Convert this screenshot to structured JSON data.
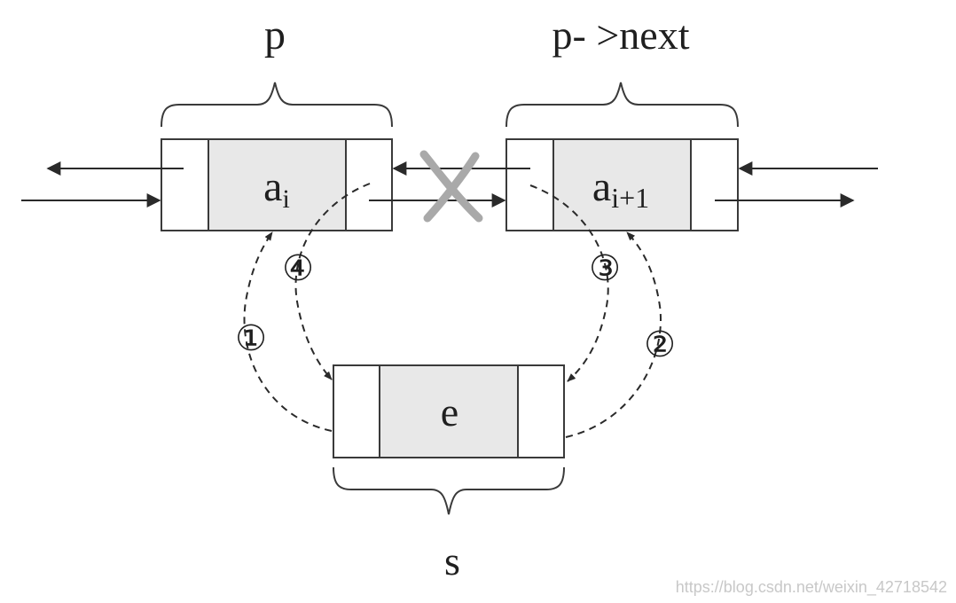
{
  "labels": {
    "p": "p",
    "p_next": "p- >next",
    "s": "s"
  },
  "nodes": {
    "ai": {
      "base": "a",
      "sub": "i"
    },
    "ai1": {
      "base": "a",
      "sub": "i+1"
    },
    "e": {
      "text": "e"
    }
  },
  "steps": [
    "①",
    "②",
    "③",
    "④"
  ],
  "watermark": "https://blog.csdn.net/weixin_42718542",
  "colors": {
    "stroke": "#3a3a3a",
    "fill": "#e8e8e8",
    "cross": "#a9a9a9"
  }
}
